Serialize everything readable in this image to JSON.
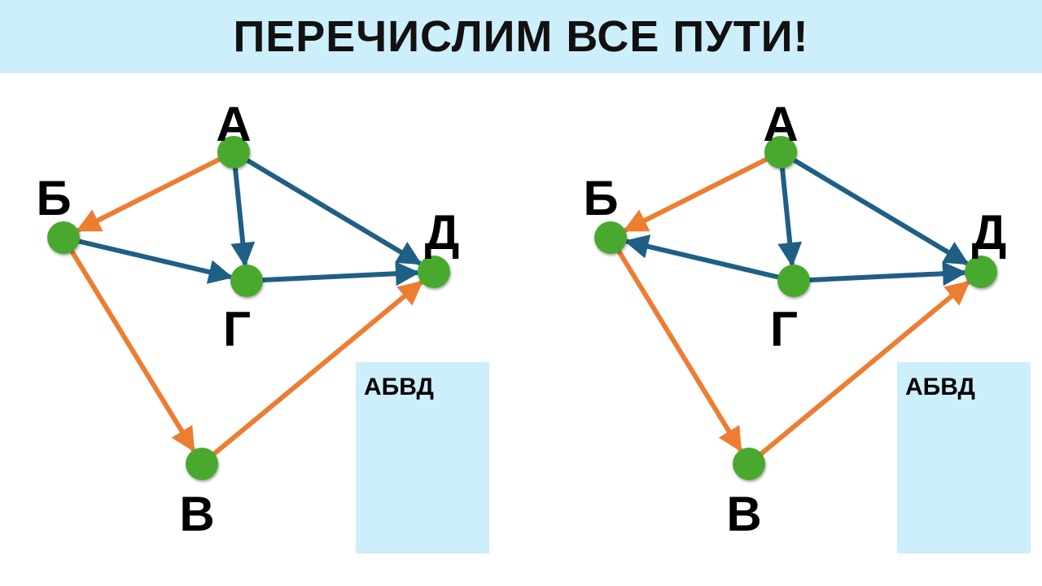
{
  "title": "ПЕРЕЧИСЛИМ ВСЕ ПУТИ!",
  "colors": {
    "node": "#4aa82e",
    "orange": "#ed7d31",
    "blue": "#1f5f85",
    "panel": "#cdeefb"
  },
  "graphs": [
    {
      "nodes": {
        "A": "А",
        "B": "Б",
        "G": "Г",
        "D": "Д",
        "V": "В"
      },
      "edges": [
        {
          "from": "A",
          "to": "B",
          "color": "orange"
        },
        {
          "from": "A",
          "to": "G",
          "color": "blue"
        },
        {
          "from": "A",
          "to": "D",
          "color": "blue"
        },
        {
          "from": "B",
          "to": "G",
          "color": "blue"
        },
        {
          "from": "G",
          "to": "D",
          "color": "blue"
        },
        {
          "from": "B",
          "to": "V",
          "color": "orange"
        },
        {
          "from": "V",
          "to": "D",
          "color": "orange"
        }
      ],
      "paths_box": "АБВД"
    },
    {
      "nodes": {
        "A": "А",
        "B": "Б",
        "G": "Г",
        "D": "Д",
        "V": "В"
      },
      "edges": [
        {
          "from": "A",
          "to": "B",
          "color": "orange"
        },
        {
          "from": "A",
          "to": "G",
          "color": "blue"
        },
        {
          "from": "A",
          "to": "D",
          "color": "blue"
        },
        {
          "from": "G",
          "to": "B",
          "color": "blue"
        },
        {
          "from": "G",
          "to": "D",
          "color": "blue"
        },
        {
          "from": "B",
          "to": "V",
          "color": "orange"
        },
        {
          "from": "V",
          "to": "D",
          "color": "orange"
        }
      ],
      "paths_box": "АБВД"
    }
  ]
}
